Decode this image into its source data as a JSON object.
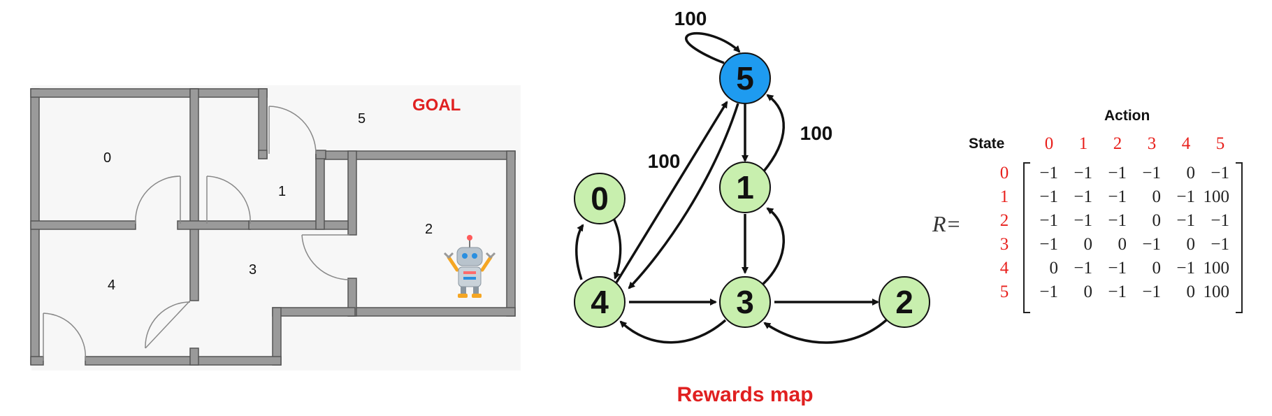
{
  "floorplan": {
    "rooms": [
      "0",
      "1",
      "2",
      "3",
      "4",
      "5"
    ],
    "goal_label": "GOAL"
  },
  "graph": {
    "nodes": [
      {
        "id": "0",
        "color": "#c8efae"
      },
      {
        "id": "1",
        "color": "#c8efae"
      },
      {
        "id": "2",
        "color": "#c8efae"
      },
      {
        "id": "3",
        "color": "#c8efae"
      },
      {
        "id": "4",
        "color": "#c8efae"
      },
      {
        "id": "5",
        "color": "#1e9bf0"
      }
    ],
    "edge_labels": [
      "100",
      "100",
      "100"
    ],
    "caption": "Rewards map"
  },
  "matrix": {
    "symbol": "R=",
    "action_header": "Action",
    "state_header": "State",
    "columns": [
      "0",
      "1",
      "2",
      "3",
      "4",
      "5"
    ],
    "rows": [
      {
        "state": "0",
        "values": [
          "−1",
          "−1",
          "−1",
          "−1",
          "0",
          "−1"
        ]
      },
      {
        "state": "1",
        "values": [
          "−1",
          "−1",
          "−1",
          "0",
          "−1",
          "100"
        ]
      },
      {
        "state": "2",
        "values": [
          "−1",
          "−1",
          "−1",
          "0",
          "−1",
          "−1"
        ]
      },
      {
        "state": "3",
        "values": [
          "−1",
          "0",
          "0",
          "−1",
          "0",
          "−1"
        ]
      },
      {
        "state": "4",
        "values": [
          "0",
          "−1",
          "−1",
          "0",
          "−1",
          "100"
        ]
      },
      {
        "state": "5",
        "values": [
          "−1",
          "0",
          "−1",
          "−1",
          "0",
          "100"
        ]
      }
    ],
    "index_color": "#e8201c"
  }
}
